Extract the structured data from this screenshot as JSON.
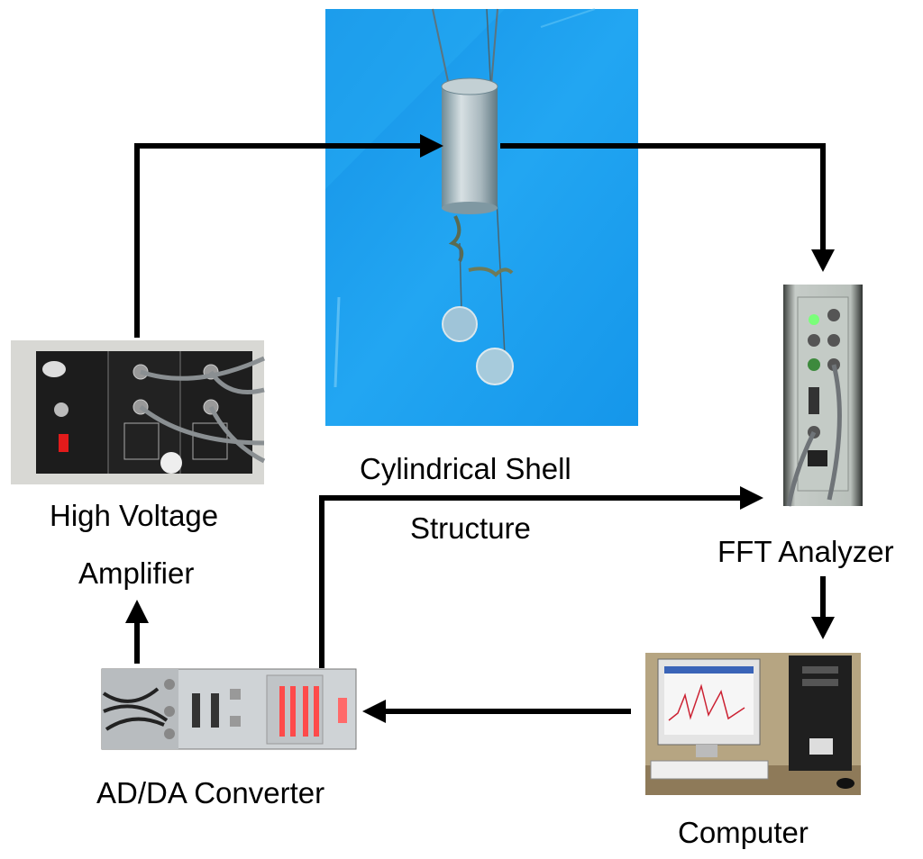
{
  "labels": {
    "shell_line1": "Cylindrical Shell",
    "shell_line2": "Structure",
    "amp_line1": "High Voltage",
    "amp_line2": "Amplifier",
    "fft": "FFT Analyzer",
    "adda": "AD/DA Converter",
    "computer": "Computer"
  },
  "colors": {
    "arrow": "#000000",
    "water": "#1ea0ec",
    "equipment_dark": "#1c1c1c",
    "rack_panel": "#c8cdc9",
    "led_red": "#ff3a3a"
  },
  "icons": {
    "shell": "cylindrical-shell-photo",
    "amplifier": "high-voltage-amplifier-photo",
    "fft": "fft-analyzer-photo",
    "adda": "adda-converter-photo",
    "computer": "computer-photo"
  }
}
